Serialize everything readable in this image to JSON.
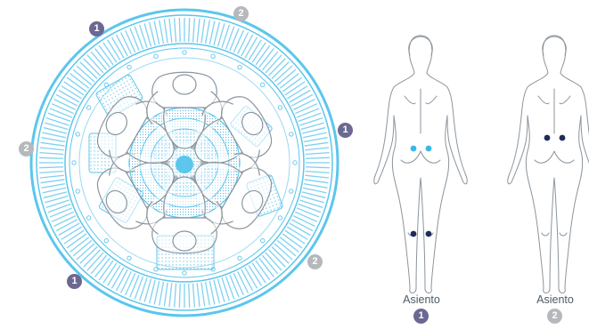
{
  "colors": {
    "ring_blue": "#5cc6ec",
    "ring_blue_light": "#bfe6f6",
    "line_gray": "#8a959e",
    "badge_seat1": "#6b6892",
    "badge_seat2": "#b5b8bc",
    "point_light": "#35b9e9",
    "point_dark": "#1f2c5a"
  },
  "ring_badges": [
    {
      "label": "1",
      "seat": 1
    },
    {
      "label": "2",
      "seat": 2
    },
    {
      "label": "1",
      "seat": 1
    },
    {
      "label": "2",
      "seat": 2
    },
    {
      "label": "2",
      "seat": 2
    },
    {
      "label": "1",
      "seat": 1
    }
  ],
  "figures": [
    {
      "caption": "Asiento",
      "badge": "1",
      "point_color": "light"
    },
    {
      "caption": "Asiento",
      "badge": "2",
      "point_color": "dark"
    }
  ]
}
